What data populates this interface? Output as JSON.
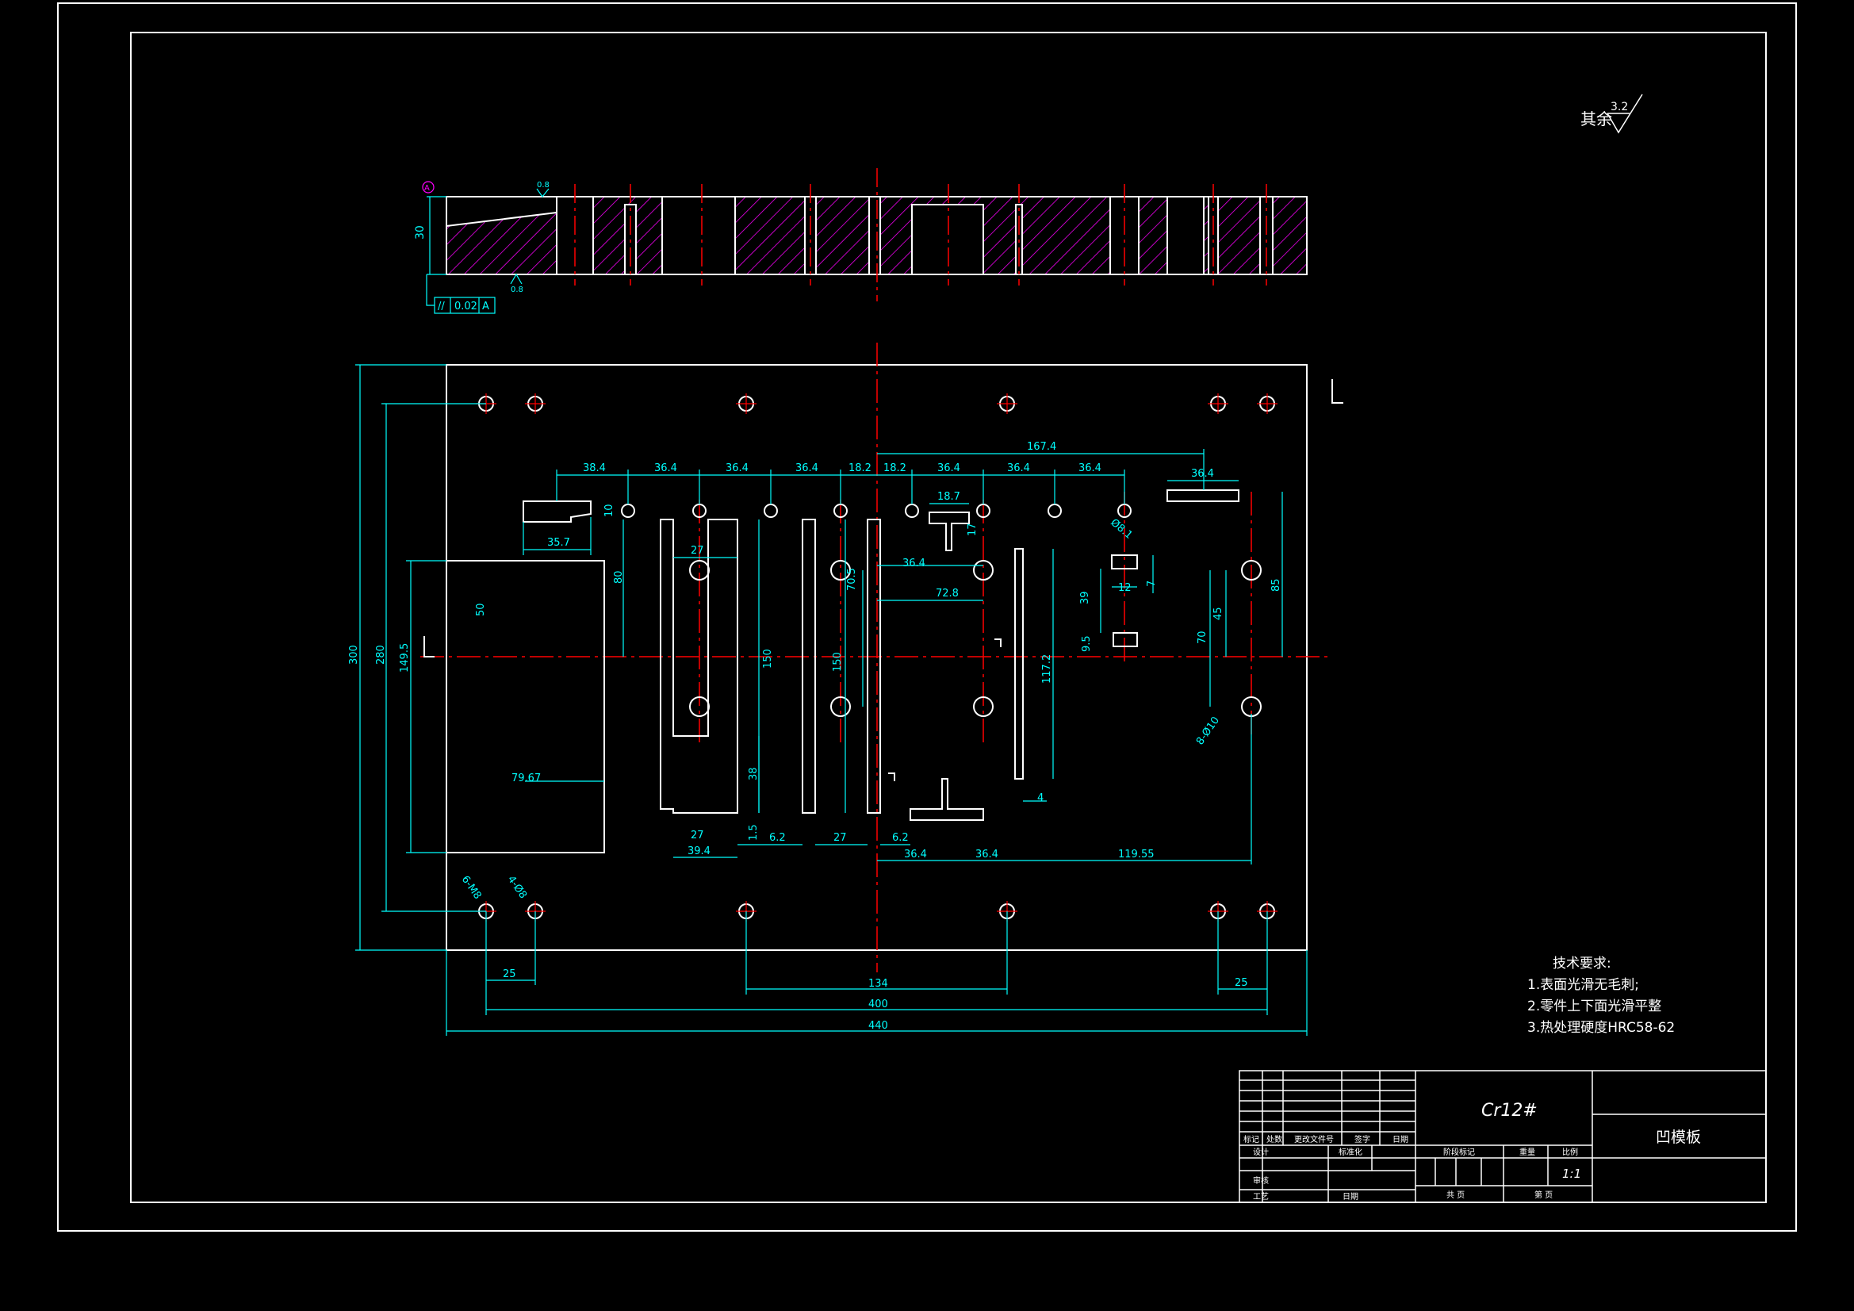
{
  "colors": {
    "background": "#000000",
    "outline": "#ffffff",
    "dimension": "#00ffff",
    "centerline": "#ff0000",
    "hatch": "#ff00ff"
  },
  "surface_finish": {
    "label": "其余",
    "value": "3.2"
  },
  "top_view": {
    "datum": "A",
    "roughness_top": "0.8",
    "roughness_bottom": "0.8",
    "thickness": "30",
    "tolerance": {
      "symbol": "//",
      "value": "0.02",
      "datum": "A"
    }
  },
  "dimensions": {
    "horizontal": [
      "38.4",
      "36.4",
      "36.4",
      "36.4",
      "18.2",
      "18.2",
      "36.4",
      "36.4",
      "36.4",
      "36.4",
      "167.4",
      "35.7",
      "27",
      "36.4",
      "72.8",
      "18.7",
      "12",
      "27",
      "39.4",
      "6.2",
      "27",
      "6.2",
      "36.4",
      "36.4",
      "119.55",
      "25",
      "134",
      "25",
      "400",
      "440",
      "79.67"
    ],
    "vertical": [
      "300",
      "280",
      "149.5",
      "50",
      "80",
      "10",
      "150",
      "38",
      "1.5",
      "70.5",
      "150",
      "17",
      "117.2",
      "39",
      "9.5",
      "7",
      "70",
      "45",
      "85",
      "4"
    ],
    "diameters": [
      "Ø8.1",
      "8-Ø10",
      "6-M8",
      "4-Ø8"
    ]
  },
  "tech_requirements": {
    "title": "技术要求:",
    "items": [
      "1.表面光滑无毛刺;",
      "2.零件上下面光滑平整",
      "3.热处理硬度HRC58-62"
    ]
  },
  "title_block": {
    "material": "Cr12#",
    "part_name": "凹模板",
    "scale": "1:1",
    "header_row": [
      "标记",
      "处数",
      "更改文件号",
      "签字",
      "日期"
    ],
    "labels": {
      "design": "设计",
      "standardize": "标准化",
      "stage_mark": "阶段标记",
      "weight": "重量",
      "scale": "比例",
      "review": "审核",
      "process": "工艺",
      "approve": "日期",
      "total": "共  页",
      "sheet": "第  页"
    }
  }
}
